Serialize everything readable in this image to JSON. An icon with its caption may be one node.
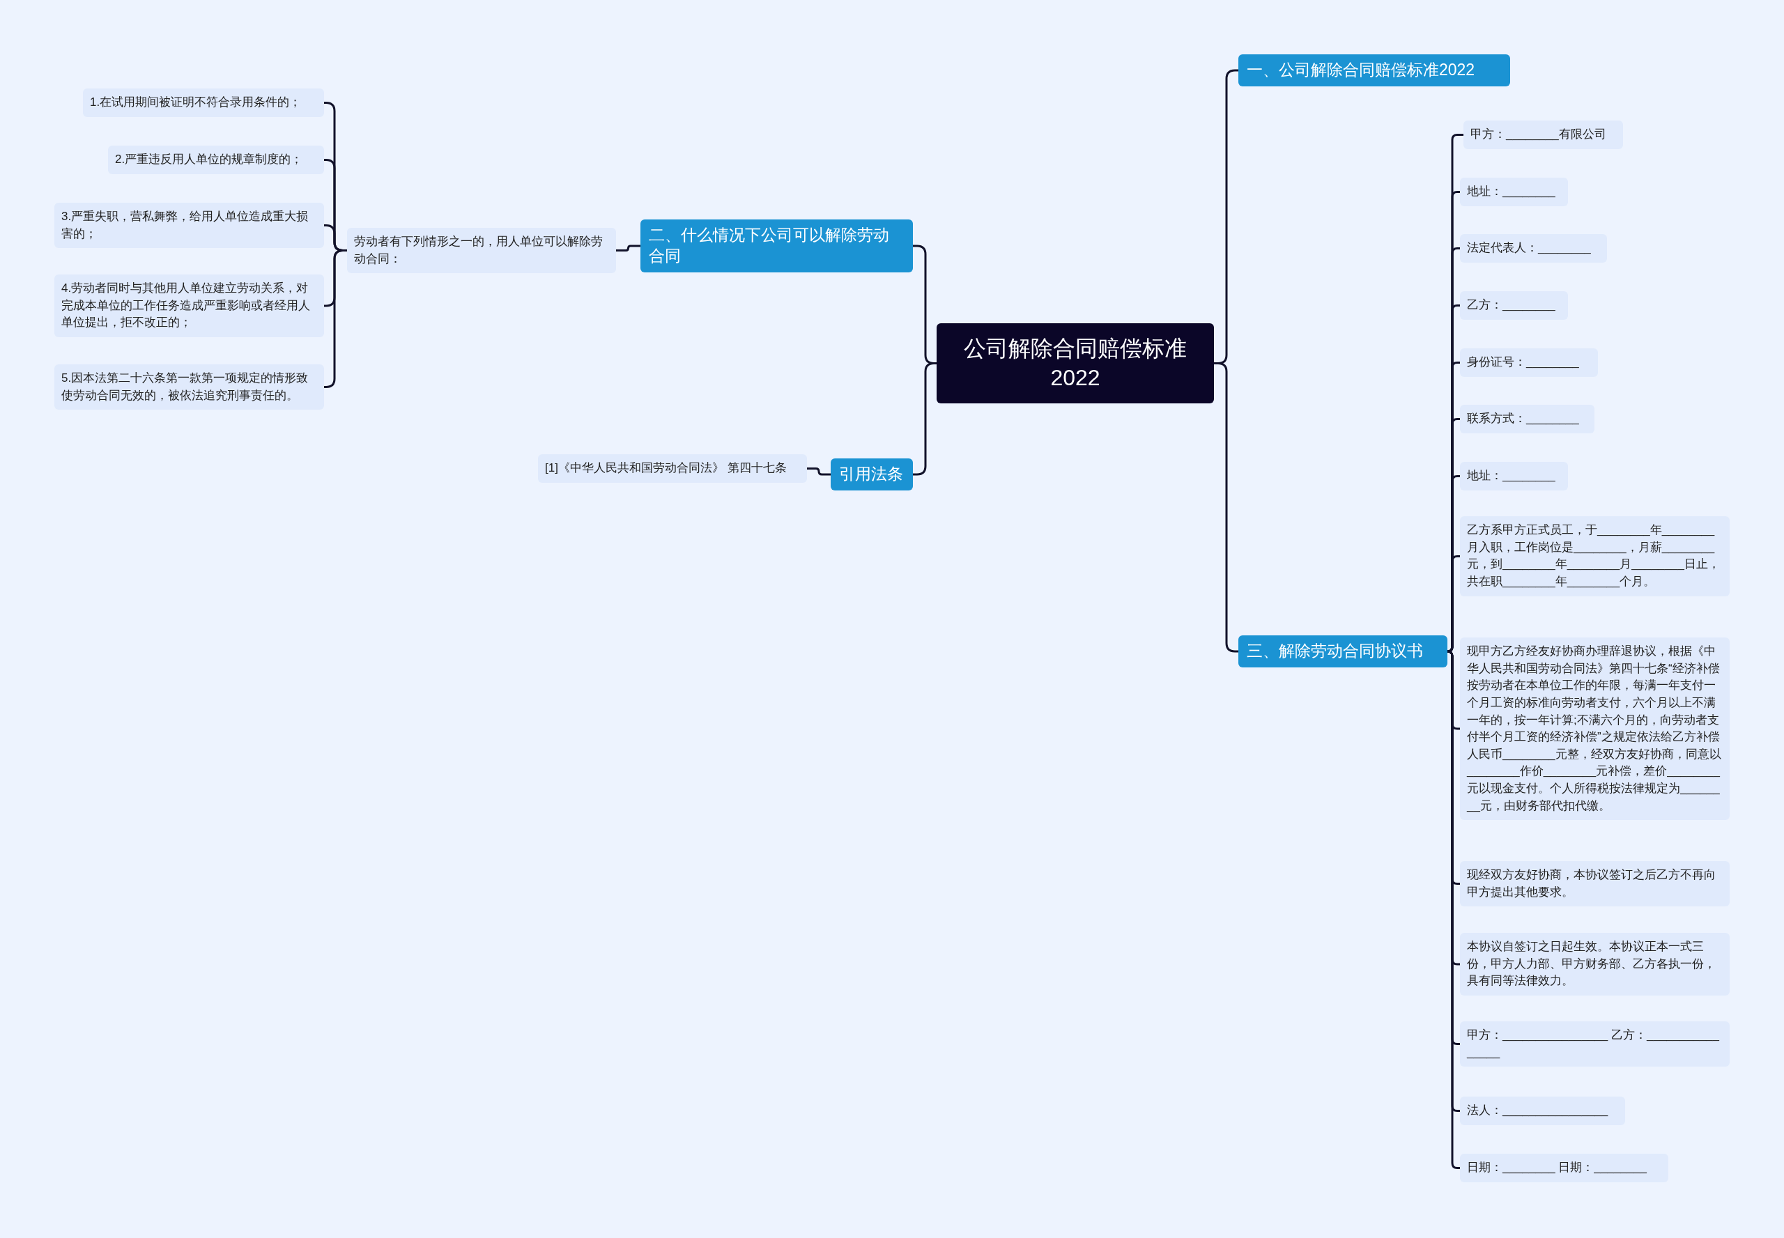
{
  "diagram": {
    "nodes": [
      {
        "text": [
          "公司解除合同赔偿标准2022"
        ]
      },
      {
        "text": [
          "二、什么情况下公司可以解除劳动合同"
        ]
      },
      {
        "text": [
          "劳动者有下列情形之一的，用人单位可以解除劳动合同："
        ]
      },
      {
        "text": [
          "1.在试用期间被证明不符合录用条件的；"
        ]
      },
      {
        "text": [
          "2.严重违反用人单位的规章制度的；"
        ]
      },
      {
        "text": [
          "3.严重失职，营私舞弊，给用人单位造成重大损害的；"
        ]
      },
      {
        "text": [
          "4.劳动者同时与其他用人单位建立劳动关系，对完成本单位的工作任务造成严重影响或者经用人单位提出，拒不改正的；"
        ]
      },
      {
        "text": [
          "5.因本法第二十六条第一款第一项规定的情形致使劳动合同无效的，被依法追究刑事责任的。"
        ]
      },
      {
        "text": [
          "引用法条"
        ]
      },
      {
        "text": [
          "[1]《中华人民共和国劳动合同法》 第四十七条"
        ]
      },
      {
        "text": [
          "一、公司解除合同赔偿标准2022"
        ]
      },
      {
        "text": [
          "三、解除劳动合同协议书"
        ]
      },
      {
        "text": [
          "甲方：________有限公司"
        ]
      },
      {
        "text": [
          "地址：________"
        ]
      },
      {
        "text": [
          "法定代表人：________"
        ]
      },
      {
        "text": [
          "乙方：________"
        ]
      },
      {
        "text": [
          "身份证号：________"
        ]
      },
      {
        "text": [
          "联系方式：________"
        ]
      },
      {
        "text": [
          "地址：________"
        ]
      },
      {
        "text": [
          "乙方系甲方正式员工，于________年________月入职，工作岗位是________，月薪________元，到________年________月________日止，共在职________年________个月。"
        ]
      },
      {
        "text": [
          "现甲方乙方经友好协商办理辞退协议，根据《中华人民共和国劳动合同法》第四十七条“经济补偿按劳动者在本单位工作的年限，每满一年支付一个月工资的标准向劳动者支付，六个月以上不满一年的，按一年计算;不满六个月的，向劳动者支付半个月工资的经济补偿”之规定依法给乙方补偿人民币________元整，经双方友好协商，同意以________作价________元补偿，差价________元以现金支付。个人所得税按法律规定为________元，由财务部代扣代缴。"
        ]
      },
      {
        "text": [
          "现经双方友好协商，本协议签订之后乙方不再向甲方提出其他要求。"
        ]
      },
      {
        "text": [
          "本协议自签订之日起生效。本协议正本一式三份，甲方人力部、甲方财务部、乙方各执一份，具有同等法律效力。"
        ]
      },
      {
        "text": [
          "甲方：________________ 乙方：________________"
        ]
      },
      {
        "text": [
          "法人：________________"
        ]
      },
      {
        "text": [
          "日期：________ 日期：________"
        ]
      }
    ],
    "edges": [
      {
        "from": 0,
        "to": 1,
        "arrow": "none"
      },
      {
        "from": 1,
        "to": 2,
        "arrow": "none"
      },
      {
        "from": 2,
        "to": 3,
        "arrow": "none"
      },
      {
        "from": 2,
        "to": 4,
        "arrow": "none"
      },
      {
        "from": 2,
        "to": 5,
        "arrow": "none"
      },
      {
        "from": 2,
        "to": 6,
        "arrow": "none"
      },
      {
        "from": 2,
        "to": 7,
        "arrow": "none"
      },
      {
        "from": 0,
        "to": 8,
        "arrow": "none"
      },
      {
        "from": 8,
        "to": 9,
        "arrow": "none"
      },
      {
        "from": 0,
        "to": 10,
        "arrow": "none"
      },
      {
        "from": 0,
        "to": 11,
        "arrow": "none"
      },
      {
        "from": 11,
        "to": 12,
        "arrow": "none"
      },
      {
        "from": 11,
        "to": 13,
        "arrow": "none"
      },
      {
        "from": 11,
        "to": 14,
        "arrow": "none"
      },
      {
        "from": 11,
        "to": 15,
        "arrow": "none"
      },
      {
        "from": 11,
        "to": 16,
        "arrow": "none"
      },
      {
        "from": 11,
        "to": 17,
        "arrow": "none"
      },
      {
        "from": 11,
        "to": 18,
        "arrow": "none"
      },
      {
        "from": 11,
        "to": 19,
        "arrow": "none"
      },
      {
        "from": 11,
        "to": 20,
        "arrow": "none"
      },
      {
        "from": 11,
        "to": 21,
        "arrow": "none"
      },
      {
        "from": 11,
        "to": 22,
        "arrow": "none"
      },
      {
        "from": 11,
        "to": 23,
        "arrow": "none"
      },
      {
        "from": 11,
        "to": 24,
        "arrow": "none"
      },
      {
        "from": 11,
        "to": 25,
        "arrow": "none"
      }
    ]
  }
}
